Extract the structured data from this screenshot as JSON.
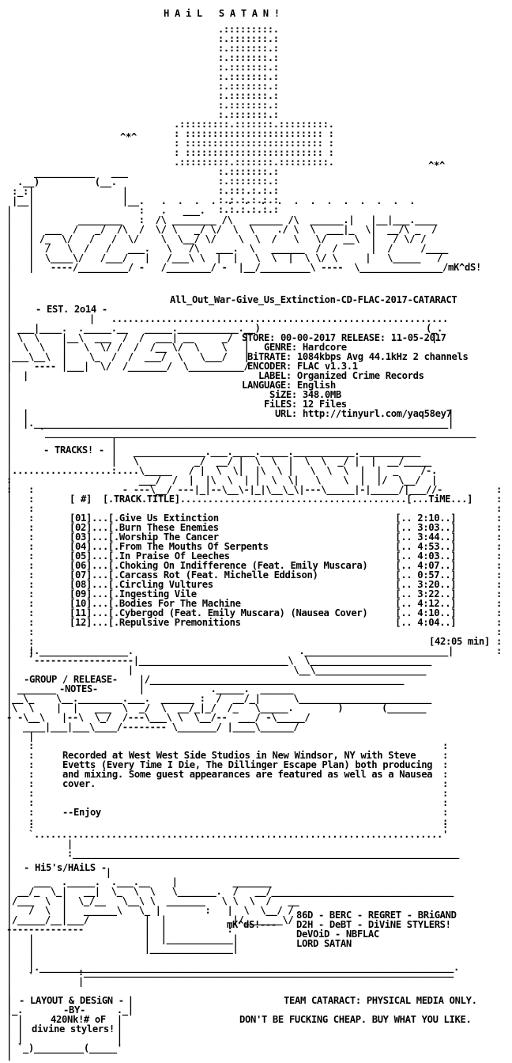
{
  "header": {
    "title": "H A i L   S A T A N !",
    "release_name": "All_Out_War-Give_Us_Extinction-CD-FLAC-2017-CATARACT",
    "est": "- EST. 2o14 -",
    "signature": "mK^dS!"
  },
  "info": {
    "store_label": "STORE:",
    "store_value": "00-00-2017",
    "release_label": "RELEASE:",
    "release_value": "11-05-2017",
    "genre_label": "GENRE:",
    "genre_value": "Hardcore",
    "bitrate_label": "BiTRATE:",
    "bitrate_value": "1084kbps Avg 44.1kHz 2 channels",
    "encoder_label": "ENCODER:",
    "encoder_value": "FLAC v1.3.1",
    "label_label": "LABEL:",
    "label_value": "Organized Crime Records",
    "language_label": "LANGUAGE:",
    "language_value": "English",
    "size_label": "SiZE:",
    "size_value": "348.0MB",
    "files_label": "FiLES:",
    "files_value": "12 Files",
    "url_label": "URL:",
    "url_value": "http://tinyurl.com/yaq58ey7"
  },
  "tracks": {
    "section_label": "- TRACKS! -",
    "header_num": "[ #]",
    "header_title": "[.TRACK.TITLE]",
    "header_time": "[...TiME...]",
    "items": [
      {
        "num": "01",
        "title": "Give Us Extinction",
        "time": "2:10"
      },
      {
        "num": "02",
        "title": "Burn These Enemies",
        "time": "3:03"
      },
      {
        "num": "03",
        "title": "Worship The Cancer",
        "time": "3:44"
      },
      {
        "num": "04",
        "title": "From The Mouths Of Serpents",
        "time": "4:53"
      },
      {
        "num": "05",
        "title": "In Praise Of Leeches",
        "time": "4:03"
      },
      {
        "num": "06",
        "title": "Choking On Indifference (Feat. Emily Muscara)",
        "time": "4:07"
      },
      {
        "num": "07",
        "title": "Carcass Rot (Feat. Michelle Eddison)",
        "time": "0:57"
      },
      {
        "num": "08",
        "title": "Circling Vultures",
        "time": "3:20"
      },
      {
        "num": "09",
        "title": "Ingesting Vile",
        "time": "3:22"
      },
      {
        "num": "10",
        "title": "Bodies For The Machine",
        "time": "4:12"
      },
      {
        "num": "11",
        "title": "Cybergod (Feat. Emily Muscara) (Nausea Cover)",
        "time": "4:10"
      },
      {
        "num": "12",
        "title": "Repulsive Premonitions",
        "time": "4:04"
      }
    ],
    "total": "[42:05 min]"
  },
  "notes": {
    "section_label_1": "-GROUP / RELEASE-",
    "section_label_2": "-NOTES-",
    "text_1": "Recorded at West West Side Studios in New Windsor, NY with Steve",
    "text_2": "Evetts (Every Time I Die, The Dillinger Escape Plan) both producing",
    "text_3": "and mixing. Some guest appearances are featured as well as a Nausea",
    "text_4": "cover.",
    "sign_off": "--Enjoy"
  },
  "greets": {
    "section_label": "- Hi5's/HAiLS -",
    "line_1": "86D - BERC - REGRET - BRiGAND",
    "line_2": "D2H - DeBT - DiViNE STYLERS!",
    "line_3": "DeVOiD - NBFLAC",
    "line_4": "LORD SATAN",
    "signature": "mK^dS!"
  },
  "footer": {
    "layout_label": "- LAYOUT & DESiGN -",
    "by": "-BY-",
    "author_1": "420Nk!# oF",
    "author_2": "divine stylers!",
    "team_line": "TEAM CATARACT: PHYSICAL MEDIA ONLY.",
    "slogan": "DON'T BE FUCKING CHEAP. BUY WHAT YOU LIKE."
  }
}
